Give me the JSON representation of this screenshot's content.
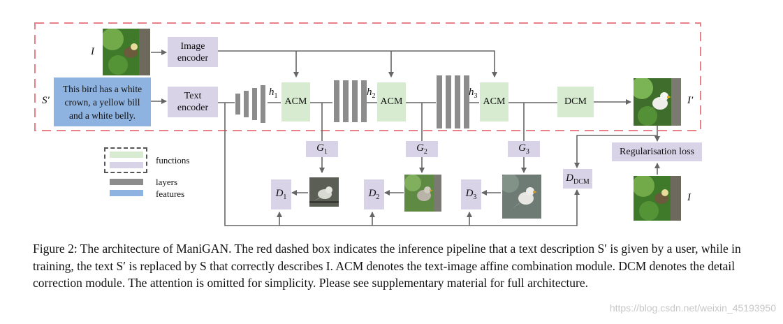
{
  "inputs": {
    "image_symbol": "I",
    "text_symbol": "S′",
    "text_description": "This bird has a white crown, a yellow bill and a white belly."
  },
  "encoders": {
    "image_encoder": "Image encoder",
    "text_encoder": "Text encoder"
  },
  "hidden": [
    "h",
    "h",
    "h"
  ],
  "hidden_subs": [
    "1",
    "2",
    "3"
  ],
  "modules": {
    "acm": "ACM",
    "dcm": "DCM"
  },
  "generators": [
    "G",
    "G",
    "G"
  ],
  "generator_subs": [
    "1",
    "2",
    "3"
  ],
  "discriminators": [
    "D",
    "D",
    "D"
  ],
  "discriminator_subs": [
    "1",
    "2",
    "3"
  ],
  "d_dcm": {
    "symbol": "D",
    "sub": "DCM"
  },
  "output_symbol": "I′",
  "loss": "Regularisation loss",
  "loss_image_symbol": "I",
  "legend": {
    "functions": "functions",
    "layers": "layers",
    "features": "features"
  },
  "colors": {
    "dashed_box": "#e8808a",
    "features": "#d9d3e8",
    "functions": "#d6ebcf",
    "text_box": "#8fb3e0",
    "layers": "#8c8c8c"
  },
  "caption": "Figure 2: The architecture of ManiGAN. The red dashed box indicates the inference pipeline that a text description S′ is given by a user, while in training, the text S′ is replaced by S that correctly describes I. ACM denotes the text-image affine combination module. DCM denotes the detail correction module. The attention is omitted for simplicity. Please see supplementary material for full architecture.",
  "watermark": "https://blog.csdn.net/weixin_45193950"
}
